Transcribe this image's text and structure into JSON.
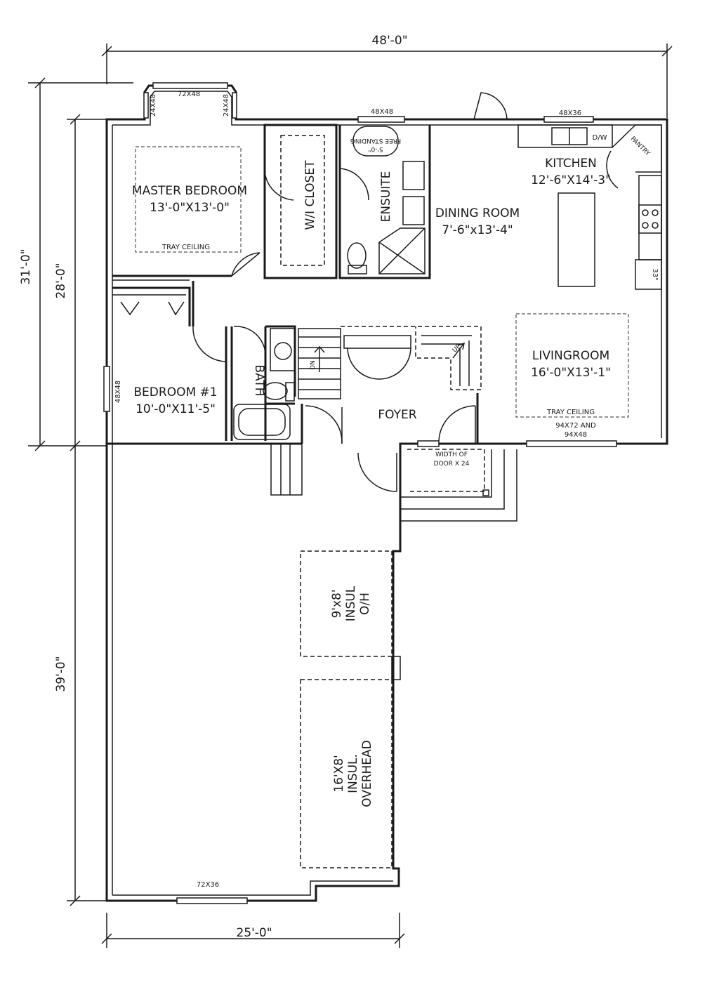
{
  "dimensions": {
    "top_width": "48'-0\"",
    "left_outer": "31'-0\"",
    "left_inner": "28'-0\"",
    "garage_depth": "39'-0\"",
    "bottom_width": "25'-0\""
  },
  "rooms": {
    "master": {
      "name": "MASTER BEDROOM",
      "size": "13'-0\"X13'-0\"",
      "note": "TRAY CEILING"
    },
    "closet": {
      "name": "W/I CLOSET"
    },
    "ensuite": {
      "name": "ENSUITE",
      "tub_line1": "FREE STANDING",
      "tub_line2": "5'-0\""
    },
    "dining": {
      "name": "DINING ROOM",
      "size": "7'-6\"x13'-4\""
    },
    "kitchen": {
      "name": "KITCHEN",
      "size": "12'-6\"X14'-3\"",
      "dw": "D/W",
      "pantry": "PANTRY",
      "fridge": "33\""
    },
    "living": {
      "name": "LIVINGROOM",
      "size": "16'-0\"X13'-1\"",
      "note": "TRAY CEILING"
    },
    "bedroom1": {
      "name": "BEDROOM #1",
      "size": "10'-0\"X11'-5\""
    },
    "bath": {
      "name": "BATH"
    },
    "foyer": {
      "name": "FOYER"
    },
    "stairs": {
      "down_label": "DN",
      "up_label": "UP"
    }
  },
  "windows": {
    "master_top": "72X48",
    "master_left": "24X48",
    "master_right": "24X48",
    "ensuite_top": "48X48",
    "kitchen_top": "48X36",
    "bedroom_side": "48X48",
    "living_line1": "94X72 AND",
    "living_line2": "94X48",
    "door_line1": "WIDTH OF",
    "door_line2": "DOOR X 24",
    "garage_bottom": "72X36"
  },
  "garage_doors": {
    "small": {
      "line1": "9'x8'",
      "line2": "INSUL",
      "line3": "O/H"
    },
    "large": {
      "line1": "16'X8'",
      "line2": "INSUL.",
      "line3": "OVERHEAD"
    }
  }
}
